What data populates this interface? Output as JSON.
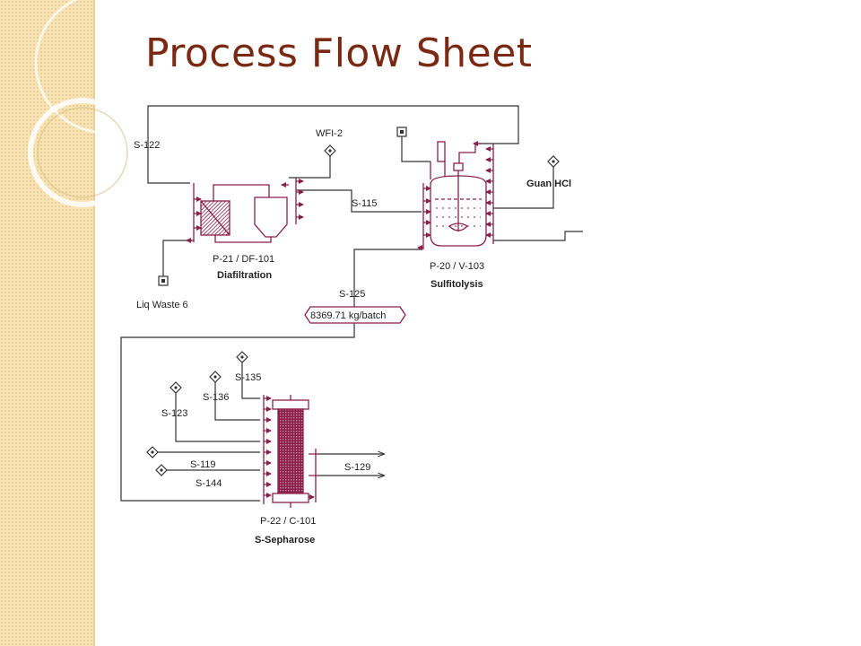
{
  "slide": {
    "title": "Process Flow Sheet",
    "accent_color": "#7a2a12",
    "sidebar_color": "#f7e3b4"
  },
  "diagram": {
    "streams": {
      "s122": "S-122",
      "wfi2": "WFI-2",
      "s115": "S-115",
      "guan_hcl": "Guan HCl",
      "liq_waste6": "Liq Waste 6",
      "s125": "S-125",
      "flow_tag": "8369.71 kg/batch",
      "s135": "S-135",
      "s136": "S-136",
      "s123": "S-123",
      "s119": "S-119",
      "s144": "S-144",
      "s129": "S-129"
    },
    "units": {
      "diafiltration": {
        "id": "P-21 / DF-101",
        "name": "Diafiltration"
      },
      "sulfitolysis": {
        "id": "P-20 / V-103",
        "name": "Sulfitolysis"
      },
      "sepharose": {
        "id": "P-22 / C-101",
        "name": "S-Sepharose"
      }
    },
    "colors": {
      "equipment": "#8a1f4a",
      "lines": "#333333"
    }
  }
}
